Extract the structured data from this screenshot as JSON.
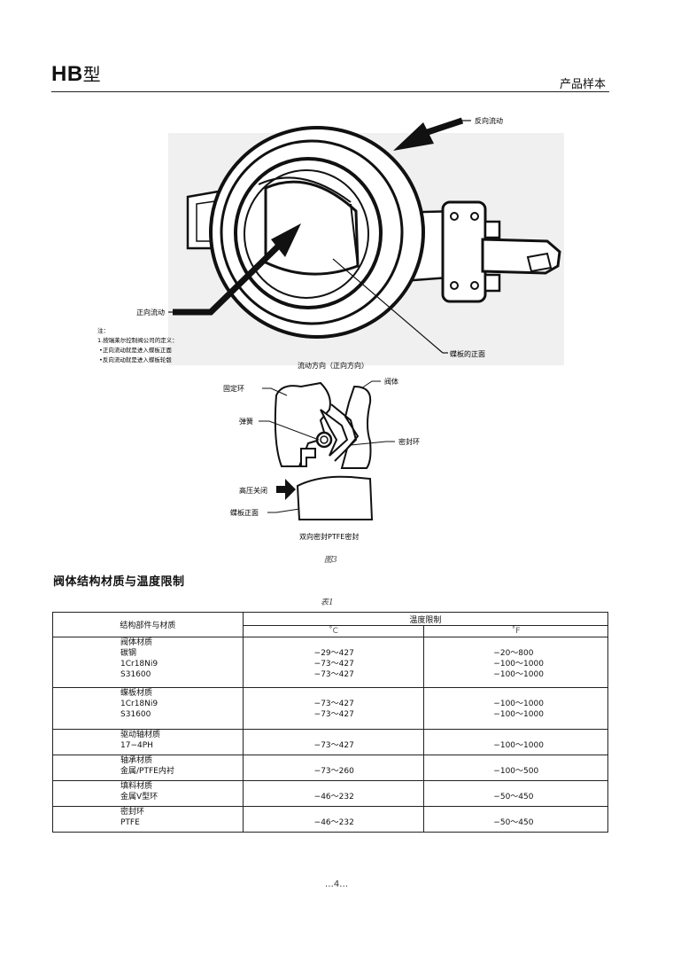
{
  "header": {
    "model": "HB",
    "model_suffix": "型",
    "brand": "产品样本"
  },
  "figure": {
    "labels": {
      "reverse_flow": "反向流动",
      "forward_flow": "正向流动",
      "disc_face": "蝶板的正面",
      "flow_direction": "流动方向（正向方向）",
      "retaining_ring": "固定环",
      "body": "阀体",
      "spring": "弹簧",
      "seal_ring": "密封环",
      "high_pressure_shutoff": "高压关闭",
      "disc_front": "蝶板正面",
      "bidirectional_seal": "双向密封PTFE密封"
    },
    "notes": [
      "注：",
      "1.按瑞莱尔控制阀公司的定义：",
      "•正向流动就是进入蝶板正面",
      "•反向流动就是进入蝶板轮毂"
    ],
    "caption": "图3"
  },
  "section_title": "阀体结构材质与温度限制",
  "table": {
    "caption": "表1",
    "col_header": "结构部件与材质",
    "temp_header": "温度限制",
    "unit_c": "˚C",
    "unit_f": "˚F",
    "rows": [
      {
        "label": [
          "阀体材质",
          "碳钢",
          "1Cr18Ni9",
          "S31600"
        ],
        "c": [
          "",
          "−29～427",
          "−73～427",
          "−73～427"
        ],
        "f": [
          "",
          "−20～800",
          "−100～1000",
          "−100～1000"
        ]
      },
      {
        "label": [
          "蝶板材质",
          "1Cr18Ni9",
          "S31600"
        ],
        "c": [
          "",
          "−73～427",
          "−73～427"
        ],
        "f": [
          "",
          "−100～1000",
          "−100～1000"
        ]
      },
      {
        "label": [
          "驱动轴材质",
          "17−4PH"
        ],
        "c": [
          "",
          "−73～427"
        ],
        "f": [
          "",
          "−100～1000"
        ]
      },
      {
        "label": [
          "轴承材质",
          "金属/PTFE内衬"
        ],
        "c": [
          "",
          "−73～260"
        ],
        "f": [
          "",
          "−100～500"
        ]
      },
      {
        "label": [
          "填料材质",
          "金属V型环"
        ],
        "c": [
          "",
          "−46～232"
        ],
        "f": [
          "",
          "−50～450"
        ]
      },
      {
        "label": [
          "密封环",
          "PTFE"
        ],
        "c": [
          "",
          "−46～232"
        ],
        "f": [
          "",
          "−50～450"
        ]
      }
    ]
  },
  "footer": {
    "page": "…4…"
  }
}
